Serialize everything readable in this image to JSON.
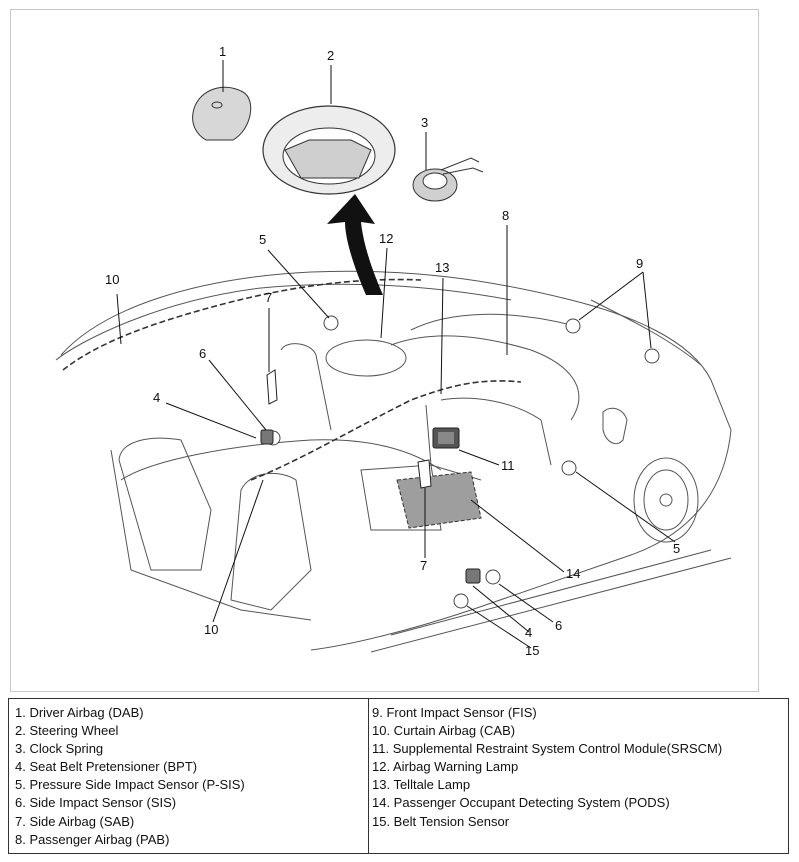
{
  "callouts": {
    "c1": "1",
    "c2": "2",
    "c3": "3",
    "c4a": "4",
    "c4b": "4",
    "c5a": "5",
    "c5b": "5",
    "c6a": "6",
    "c6b": "6",
    "c7a": "7",
    "c7b": "7",
    "c8": "8",
    "c9": "9",
    "c10a": "10",
    "c10b": "10",
    "c11": "11",
    "c12": "12",
    "c13": "13",
    "c14": "14",
    "c15": "15"
  },
  "legend": {
    "left": [
      "1. Driver Airbag (DAB)",
      "2. Steering Wheel",
      "3. Clock Spring",
      "4. Seat Belt Pretensioner (BPT)",
      "5. Pressure Side Impact Sensor (P-SIS)",
      "6. Side Impact Sensor (SIS)",
      "7. Side Airbag (SAB)",
      "8. Passenger Airbag (PAB)"
    ],
    "right": [
      "9. Front Impact Sensor (FIS)",
      "10. Curtain Airbag (CAB)",
      "11. Supplemental Restraint System Control Module(SRSCM)",
      "12. Airbag Warning Lamp",
      "13. Telltale Lamp",
      "14. Passenger Occupant Detecting System (PODS)",
      "15. Belt Tension Sensor"
    ]
  }
}
